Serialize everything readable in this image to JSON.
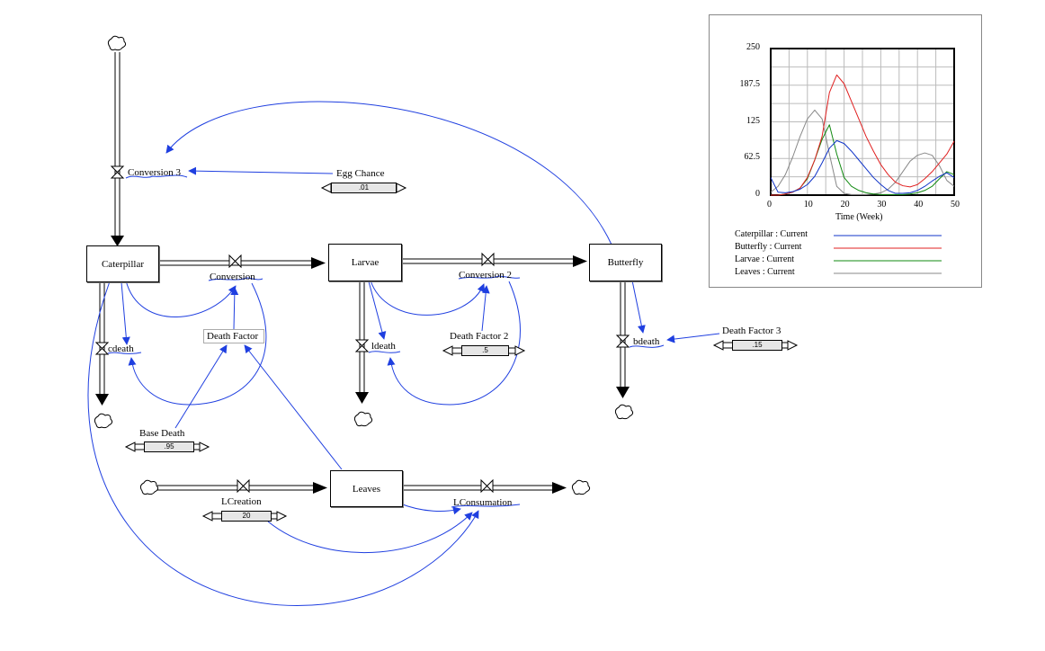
{
  "stocks": {
    "caterpillar": "Caterpillar",
    "larvae": "Larvae",
    "butterfly": "Butterfly",
    "leaves": "Leaves"
  },
  "flows": {
    "conversion3": "Conversion 3",
    "conversion": "Conversion",
    "conversion2": "Conversion 2",
    "cdeath": "cdeath",
    "ldeath": "ldeath",
    "bdeath": "bdeath",
    "lcreation": "LCreation",
    "lconsumation": "LConsumation"
  },
  "auxiliaries": {
    "egg_chance": "Egg Chance",
    "death_factor": "Death Factor",
    "death_factor2": "Death Factor 2",
    "death_factor3": "Death Factor 3",
    "base_death": "Base Death"
  },
  "sliders": {
    "egg_chance": ".01",
    "death_factor2": ".5",
    "death_factor3": ".15",
    "base_death": ".95",
    "lcreation": "20"
  },
  "colors": {
    "link": "#1f3fe0",
    "pipe": "#000000",
    "caterpillar": "#1034c8",
    "butterfly": "#e02020",
    "larvae": "#128a12",
    "leaves": "#888888"
  },
  "chart_data": {
    "type": "line",
    "xlabel": "Time (Week)",
    "xlim": [
      0,
      50
    ],
    "ylim": [
      0,
      250
    ],
    "xticks": [
      "0",
      "10",
      "20",
      "30",
      "40",
      "50"
    ],
    "yticks": [
      "0",
      "62.5",
      "125",
      "187.5",
      "250"
    ],
    "x": [
      0,
      2,
      4,
      6,
      8,
      10,
      12,
      14,
      16,
      18,
      20,
      22,
      24,
      26,
      28,
      30,
      32,
      34,
      36,
      38,
      40,
      42,
      44,
      46,
      48,
      50
    ],
    "series": [
      {
        "name": "Caterpillar : Current",
        "color": "#1034c8",
        "values": [
          30,
          5,
          4,
          6,
          10,
          18,
          32,
          55,
          80,
          93,
          88,
          75,
          60,
          45,
          30,
          18,
          8,
          3,
          3,
          4,
          8,
          15,
          24,
          32,
          38,
          30
        ]
      },
      {
        "name": "Butterfly : Current",
        "color": "#e02020",
        "values": [
          0,
          0,
          2,
          5,
          12,
          30,
          60,
          100,
          175,
          205,
          190,
          160,
          130,
          100,
          75,
          52,
          35,
          22,
          16,
          14,
          18,
          28,
          40,
          55,
          70,
          92
        ]
      },
      {
        "name": "Larvae : Current",
        "color": "#128a12",
        "values": [
          0,
          0,
          2,
          5,
          12,
          28,
          60,
          95,
          120,
          70,
          30,
          15,
          8,
          4,
          2,
          1,
          1,
          1,
          1,
          2,
          4,
          8,
          15,
          28,
          40,
          35
        ]
      },
      {
        "name": "Leaves : Current",
        "color": "#888888",
        "values": [
          5,
          15,
          35,
          65,
          100,
          130,
          145,
          130,
          70,
          15,
          3,
          1,
          1,
          1,
          2,
          4,
          10,
          22,
          40,
          58,
          68,
          72,
          68,
          50,
          25,
          15
        ]
      }
    ]
  }
}
